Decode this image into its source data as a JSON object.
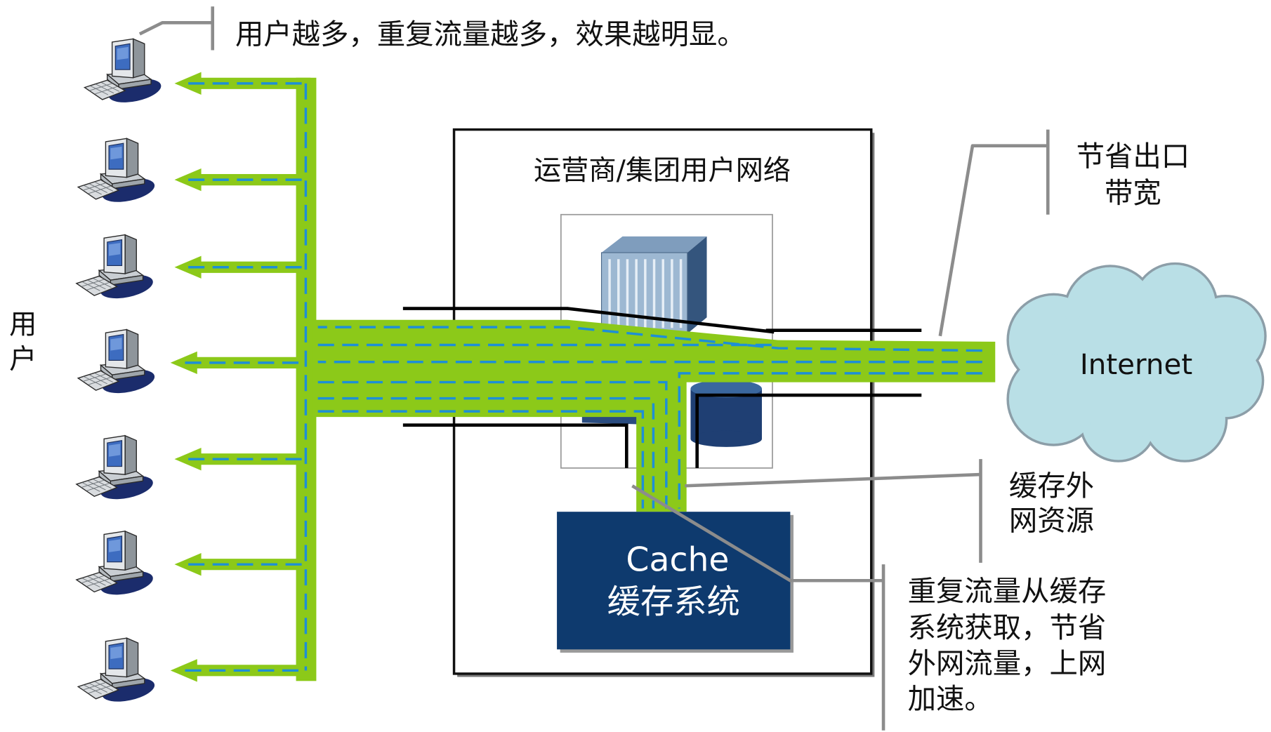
{
  "diagram": {
    "top_note": "用户越多，重复流量越多，效果越明显。",
    "users_label": [
      "用",
      "户"
    ],
    "network_title": "运营商/集团用户网络",
    "cache": {
      "title": "Cache",
      "subtitle": "缓存系统"
    },
    "internet_label": "Internet",
    "bandwidth_note": [
      "节省出口",
      "带宽"
    ],
    "external_resource_note": [
      "缓存外",
      "网资源"
    ],
    "cache_fetch_note": [
      "重复流量从缓存",
      "系统获取，节省",
      "外网流量，上网",
      "加速。"
    ]
  },
  "icons": {
    "user_terminal": "desktop-computer-icon",
    "network_equipment": "server-rack-icon",
    "storage": "storage-cylinder-icon",
    "cloud": "cloud-icon"
  },
  "colors": {
    "traffic_flow": "#8cc919",
    "traffic_dash": "#1e8fd6",
    "cache_box": "#0e3a6e",
    "cloud_fill": "#b9dfe6",
    "callout_line": "#8c8c8c",
    "text": "#111111"
  }
}
